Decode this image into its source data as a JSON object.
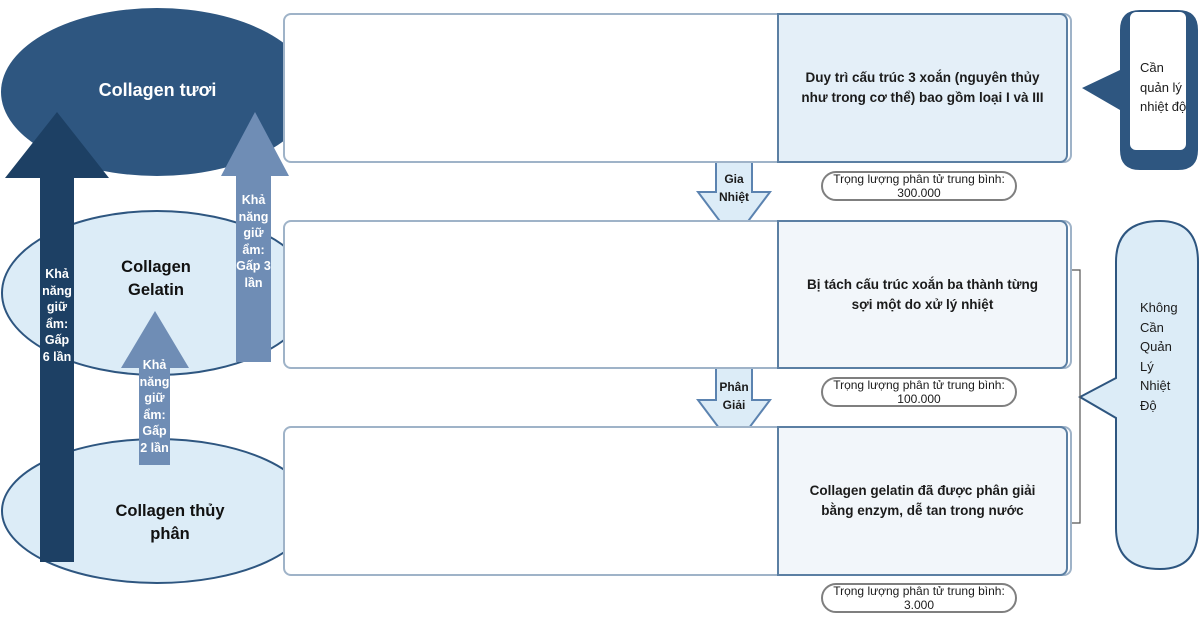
{
  "stages": [
    {
      "name": "Collagen tươi",
      "description": "Duy trì cấu trúc 3 xoắn (nguyên thủy như trong cơ thể) bao gồm loại I và III",
      "weight": "Trọng lượng phân tử trung bình: 300.000"
    },
    {
      "name": "Collagen Gelatin",
      "description": "Bị tách cấu trúc xoắn ba thành từng sợi một do xử lý nhiệt",
      "weight": "Trọng lượng phân tử trung bình: 100.000"
    },
    {
      "name": "Collagen thủy phân",
      "description": "Collagen gelatin đã được phân giải bằng enzym, dễ tan trong nước",
      "weight": "Trọng lượng phân tử trung bình: 3.000"
    }
  ],
  "process_steps": [
    "Gia Nhiệt",
    "Phân Giải"
  ],
  "moisture_arrows": [
    "Khả năng giữ ẩm: Gấp 6 lần",
    "Khả năng giữ ẩm: Gấp 3 lần",
    "Khả năng giữ ẩm: Gấp 2 lần"
  ],
  "callouts": {
    "temperature_required": "Cần quản lý nhiệt độ",
    "temperature_not_required": "Không Cần Quản Lý Nhiệt Độ"
  },
  "colors": {
    "dark_blue": "#2e5680",
    "navy_arrow": "#1d4064",
    "mid_arrow": "#6f8db5",
    "light_blue": "#dcecf7",
    "panel_blue": "#e4eff8"
  }
}
